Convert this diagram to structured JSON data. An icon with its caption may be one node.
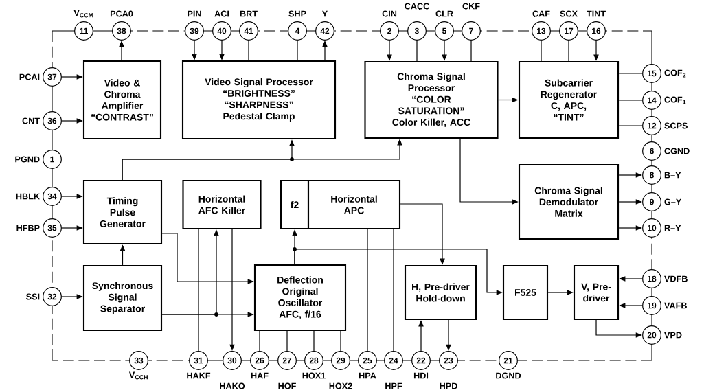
{
  "diagram": {
    "nodes": [
      {
        "text": [
          "Video & Chroma Amplifier “CONTRAST”"
        ]
      },
      {
        "text": [
          "Video Signal Processor “BRIGHTNESS” “SHARPNESS” Pedestal Clamp"
        ]
      },
      {
        "text": [
          "Chroma Signal Processor “COLOR SATURATION” Color Killer, ACC"
        ]
      },
      {
        "text": [
          "Subcarrier Regenerator C, APC, “TINT”"
        ]
      },
      {
        "text": [
          "Timing Pulse Generator"
        ]
      },
      {
        "text": [
          "Horizontal AFC Killer"
        ]
      },
      {
        "text": [
          "f2"
        ]
      },
      {
        "text": [
          "Horizontal APC"
        ]
      },
      {
        "text": [
          "Chroma Signal Demodulator Matrix"
        ]
      },
      {
        "text": [
          "Synchronous Signal Separator"
        ]
      },
      {
        "text": [
          "Deflection Original Oscillator AFC, f/16"
        ]
      },
      {
        "text": [
          "H, Pre-driver Hold-down"
        ]
      },
      {
        "text": [
          "F525"
        ]
      },
      {
        "text": [
          "V, Pre-driver"
        ]
      },
      {
        "text": [
          "11"
        ],
        "beside": [
          "V$_{CCM}$"
        ]
      },
      {
        "text": [
          "38"
        ],
        "beside": [
          "PCA0"
        ]
      },
      {
        "text": [
          "39"
        ],
        "beside": [
          "PIN"
        ]
      },
      {
        "text": [
          "40"
        ],
        "beside": [
          "ACI"
        ]
      },
      {
        "text": [
          "41"
        ],
        "beside": [
          "BRT"
        ]
      },
      {
        "text": [
          "4"
        ],
        "beside": [
          "SHP"
        ]
      },
      {
        "text": [
          "42"
        ],
        "beside": [
          "Y"
        ]
      },
      {
        "text": [
          "2"
        ],
        "beside": [
          "CIN"
        ]
      },
      {
        "text": [
          "3"
        ],
        "beside": [
          "CACC"
        ]
      },
      {
        "text": [
          "5"
        ],
        "beside": [
          "CLR"
        ]
      },
      {
        "text": [
          "7"
        ],
        "beside": [
          "CKF"
        ]
      },
      {
        "text": [
          "13"
        ],
        "beside": [
          "CAF"
        ]
      },
      {
        "text": [
          "17"
        ],
        "beside": [
          "SCX"
        ]
      },
      {
        "text": [
          "16"
        ],
        "beside": [
          "TINT"
        ]
      },
      {
        "text": [
          "15"
        ],
        "beside": [
          "COF$_{2}$"
        ]
      },
      {
        "text": [
          "14"
        ],
        "beside": [
          "COF$_{1}$"
        ]
      },
      {
        "text": [
          "12"
        ],
        "beside": [
          "SCPS"
        ]
      },
      {
        "text": [
          "6"
        ],
        "beside": [
          "CGND"
        ]
      },
      {
        "text": [
          "8"
        ],
        "beside": [
          "B–Y"
        ]
      },
      {
        "text": [
          "9"
        ],
        "beside": [
          "G–Y"
        ]
      },
      {
        "text": [
          "10"
        ],
        "beside": [
          "R–Y"
        ]
      },
      {
        "text": [
          "18"
        ],
        "beside": [
          "VDFB"
        ]
      },
      {
        "text": [
          "19"
        ],
        "beside": [
          "VAFB"
        ]
      },
      {
        "text": [
          "20"
        ],
        "beside": [
          "VPD"
        ]
      },
      {
        "text": [
          "33"
        ],
        "beside": [
          "V$_{CCH}$"
        ]
      },
      {
        "text": [
          "31"
        ],
        "beside": [
          "HAKF"
        ]
      },
      {
        "text": [
          "30"
        ],
        "beside": [
          "HAKO"
        ]
      },
      {
        "text": [
          "26"
        ],
        "beside": [
          "HAF"
        ]
      },
      {
        "text": [
          "27"
        ],
        "beside": [
          "HOF"
        ]
      },
      {
        "text": [
          "28"
        ],
        "beside": [
          "HOX1"
        ]
      },
      {
        "text": [
          "29"
        ],
        "beside": [
          "HOX2"
        ]
      },
      {
        "text": [
          "25"
        ],
        "beside": [
          "HPA"
        ]
      },
      {
        "text": [
          "24"
        ],
        "beside": [
          "HPF"
        ]
      },
      {
        "text": [
          "22"
        ],
        "beside": [
          "HDI"
        ]
      },
      {
        "text": [
          "23"
        ],
        "beside": [
          "HPD"
        ]
      },
      {
        "text": [
          "21"
        ],
        "beside": [
          "DGND"
        ]
      },
      {
        "text": [
          "37"
        ],
        "beside": [
          "PCAI"
        ]
      },
      {
        "text": [
          "36"
        ],
        "beside": [
          "CNT"
        ]
      },
      {
        "text": [
          "1"
        ],
        "beside": [
          "PGND"
        ]
      },
      {
        "text": [
          "34"
        ],
        "beside": [
          "HBLK"
        ]
      },
      {
        "text": [
          "35"
        ],
        "beside": [
          "HFBP"
        ]
      },
      {
        "text": [
          "32"
        ],
        "beside": [
          "SSI"
        ]
      }
    ],
    "edges": [
      {
        "from": 0,
        "to": 15,
        "arrow": "to"
      },
      {
        "from": 16,
        "to": 1,
        "arrow": "to"
      },
      {
        "from": 17,
        "to": 1,
        "arrow": "to"
      },
      {
        "from": 18,
        "to": 1,
        "arrow": "none"
      },
      {
        "from": 19,
        "to": 1,
        "arrow": "none"
      },
      {
        "from": 1,
        "to": 20,
        "arrow": "to"
      },
      {
        "from": 21,
        "to": 2,
        "arrow": "to"
      },
      {
        "from": 22,
        "to": 2,
        "arrow": "none"
      },
      {
        "from": 23,
        "to": 2,
        "arrow": "to"
      },
      {
        "from": 24,
        "to": 2,
        "arrow": "none"
      },
      {
        "from": 25,
        "to": 3,
        "arrow": "none"
      },
      {
        "from": 26,
        "to": 3,
        "arrow": "none"
      },
      {
        "from": 27,
        "to": 3,
        "arrow": "to"
      },
      {
        "from": 2,
        "to": 3,
        "arrow": "to"
      },
      {
        "from": 3,
        "to": 28,
        "arrow": "none"
      },
      {
        "from": 3,
        "to": 29,
        "arrow": "none"
      },
      {
        "from": 3,
        "to": 30,
        "arrow": "none"
      },
      {
        "from": 2,
        "to": 8,
        "arrow": "to"
      },
      {
        "from": 8,
        "to": 32,
        "arrow": "to"
      },
      {
        "from": 8,
        "to": 33,
        "arrow": "to"
      },
      {
        "from": 8,
        "to": 34,
        "arrow": "to"
      },
      {
        "from": 50,
        "to": 0,
        "arrow": "to"
      },
      {
        "from": 51,
        "to": 0,
        "arrow": "to"
      },
      {
        "from": 53,
        "to": 4,
        "arrow": "to"
      },
      {
        "from": 54,
        "to": 4,
        "arrow": "to"
      },
      {
        "from": 55,
        "to": 9,
        "arrow": "to"
      },
      {
        "from": 4,
        "to": 1,
        "arrow": "to"
      },
      {
        "from": 4,
        "to": 2,
        "arrow": "to"
      },
      {
        "from": 9,
        "to": 4,
        "arrow": "to"
      },
      {
        "from": 4,
        "to": 10,
        "arrow": "to"
      },
      {
        "from": 9,
        "to": 10,
        "arrow": "to"
      },
      {
        "from": 9,
        "to": 5,
        "arrow": "to"
      },
      {
        "from": 5,
        "to": 39,
        "arrow": "none"
      },
      {
        "from": 5,
        "to": 40,
        "arrow": "to"
      },
      {
        "from": 10,
        "to": 41,
        "arrow": "none"
      },
      {
        "from": 10,
        "to": 42,
        "arrow": "none"
      },
      {
        "from": 10,
        "to": 43,
        "arrow": "none"
      },
      {
        "from": 10,
        "to": 44,
        "arrow": "none"
      },
      {
        "from": 10,
        "to": 6,
        "arrow": "to"
      },
      {
        "from": 10,
        "to": 12,
        "arrow": "to"
      },
      {
        "from": 7,
        "to": 11,
        "arrow": "to"
      },
      {
        "from": 7,
        "to": 45,
        "arrow": "none"
      },
      {
        "from": 7,
        "to": 46,
        "arrow": "none"
      },
      {
        "from": 47,
        "to": 11,
        "arrow": "to"
      },
      {
        "from": 11,
        "to": 48,
        "arrow": "to"
      },
      {
        "from": 12,
        "to": 13,
        "arrow": "to"
      },
      {
        "from": 35,
        "to": 13,
        "arrow": "to"
      },
      {
        "from": 36,
        "to": 13,
        "arrow": "to"
      },
      {
        "from": 13,
        "to": 37,
        "arrow": "to"
      }
    ]
  }
}
